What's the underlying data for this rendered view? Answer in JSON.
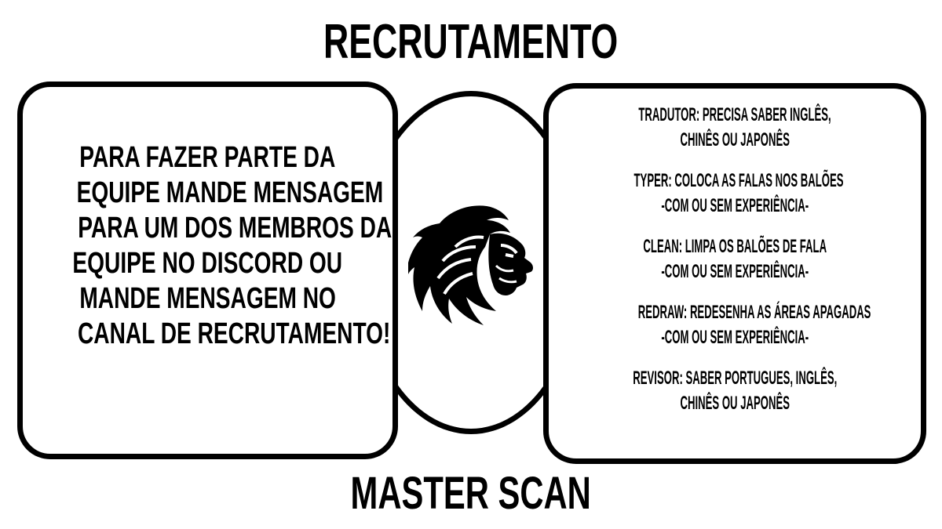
{
  "title": "RECRUTAMENTO",
  "footer": "MASTER SCAN",
  "left_panel": {
    "lines": [
      "PARA FAZER PARTE DA",
      "EQUIPE MANDE MENSAGEM",
      "PARA UM DOS MEMBROS DA",
      "EQUIPE NO DISCORD OU",
      "MANDE MENSAGEM NO",
      "CANAL DE RECRUTAMENTO!"
    ]
  },
  "center": {
    "icon": "lion-head-icon",
    "color": "#000000"
  },
  "roles": [
    {
      "line1": "TRADUTOR: PRECISA SABER INGLÊS,",
      "line2": "CHINÊS OU JAPONÊS"
    },
    {
      "line1": "TYPER: COLOCA AS FALAS NOS BALÕES",
      "line2": "-COM OU SEM EXPERIÊNCIA-"
    },
    {
      "line1": "CLEAN: LIMPA OS BALÕES DE FALA",
      "line2": "-COM OU SEM EXPERIÊNCIA-"
    },
    {
      "line1": "REDRAW: REDESENHA AS ÁREAS APAGADAS",
      "line2": "-COM OU SEM EXPERIÊNCIA-"
    },
    {
      "line1": "REVISOR: SABER PORTUGUES, INGLÊS,",
      "line2": "CHINÊS OU JAPONÊS"
    }
  ]
}
